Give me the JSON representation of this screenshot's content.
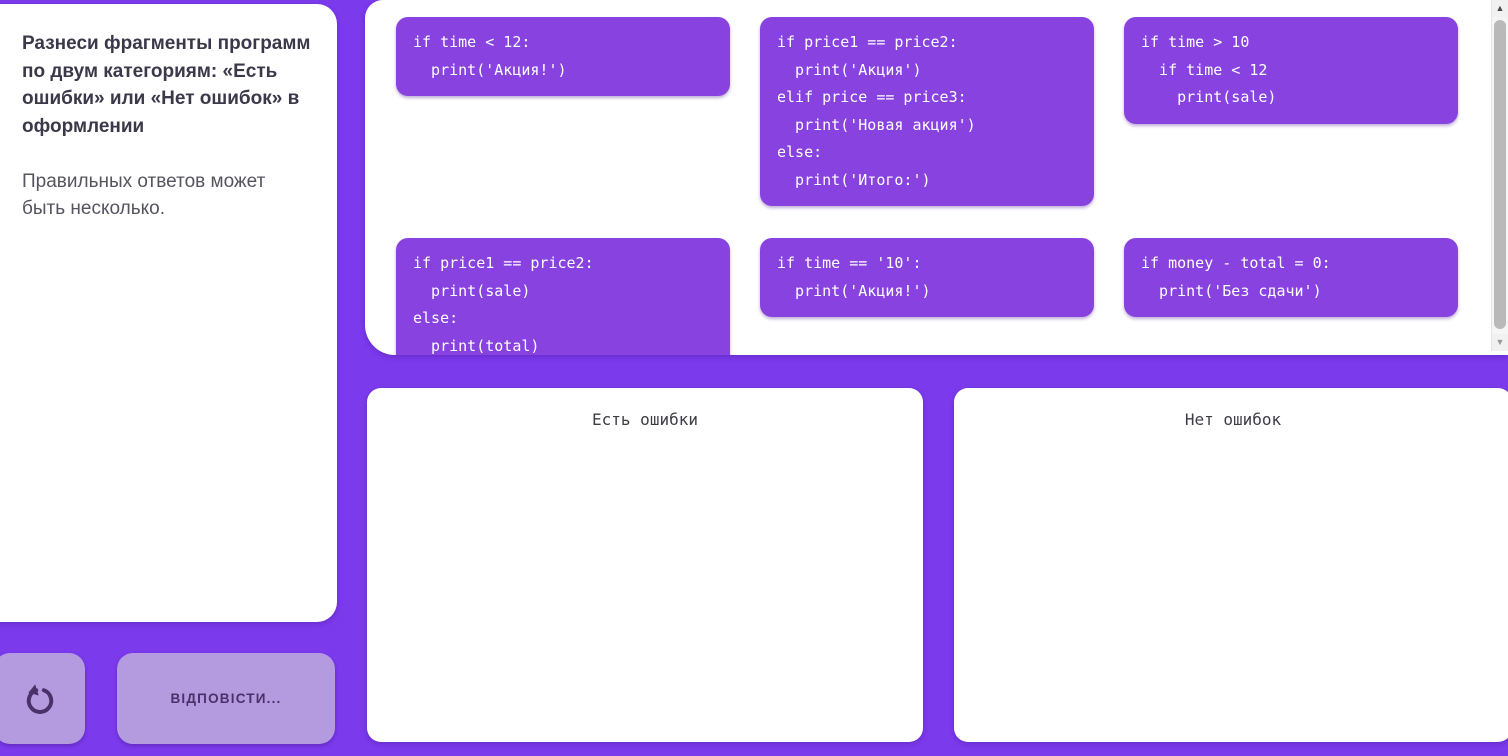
{
  "instructions": {
    "title": "Разнеси фрагменты программ по двум категориям: «Есть ошибки» или «Нет ошибок» в оформлении",
    "note": "Правильных ответов может быть несколько."
  },
  "cards": [
    {
      "lines": [
        "if time < 12:",
        "  print('Акция!')"
      ]
    },
    {
      "lines": [
        "if price1 == price2:",
        "  print('Акция')",
        "elif price == price3:",
        "  print('Новая акция')",
        "else:",
        "  print('Итого:')"
      ]
    },
    {
      "lines": [
        "if time > 10",
        "  if time < 12",
        "    print(sale)"
      ]
    },
    {
      "lines": [
        "if price1 == price2:",
        "  print(sale)",
        "else:",
        "  print(total)"
      ]
    },
    {
      "lines": [
        "if time == '10':",
        "  print('Акция!')"
      ]
    },
    {
      "lines": [
        "if money - total = 0:",
        "  print('Без сдачи')"
      ]
    }
  ],
  "dropzones": [
    {
      "label": "Есть ошибки"
    },
    {
      "label": "Нет ошибок"
    }
  ],
  "controls": {
    "answer_label": "ВІДПОВІСТИ..."
  },
  "icons": {
    "reset": "rotate-ccw-icon",
    "scroll_up": "triangle-up-icon",
    "scroll_down": "triangle-down-icon"
  },
  "scrollbar_glyphs": {
    "up": "▲",
    "down": "▼"
  },
  "colors": {
    "background": "#7c3aed",
    "card": "#8742e0",
    "button": "#b49be0",
    "button_text": "#4b3169"
  }
}
